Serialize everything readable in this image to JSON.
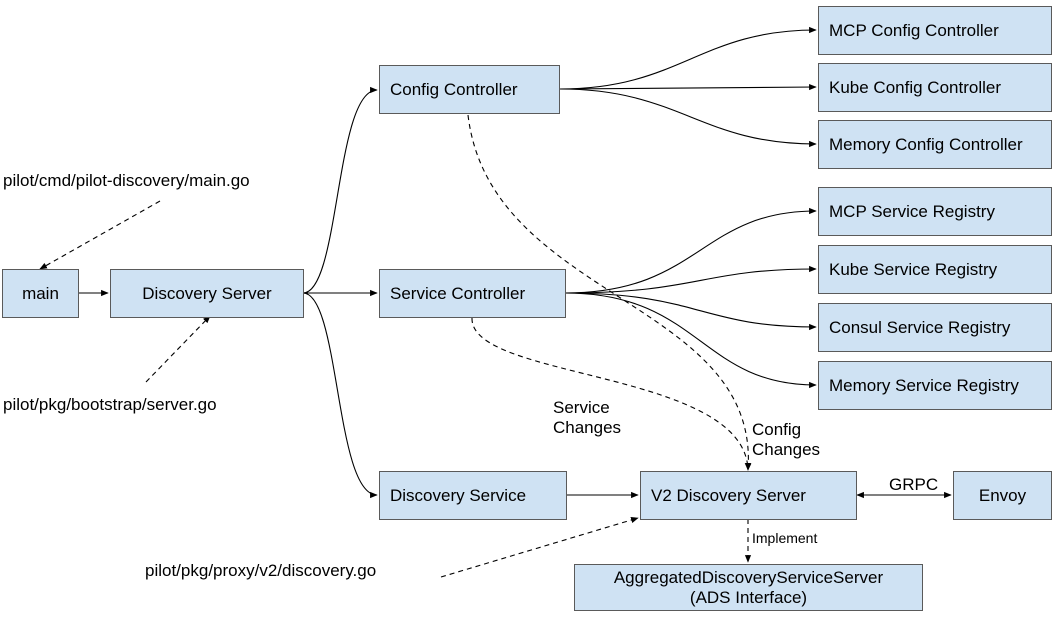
{
  "nodes": {
    "main": "main",
    "discovery_server": "Discovery Server",
    "config_controller": "Config Controller",
    "service_controller": "Service Controller",
    "discovery_service": "Discovery Service",
    "mcp_config_controller": "MCP Config Controller",
    "kube_config_controller": "Kube Config Controller",
    "memory_config_controller": "Memory Config Controller",
    "mcp_service_registry": "MCP Service Registry",
    "kube_service_registry": "Kube Service Registry",
    "consul_service_registry": "Consul Service Registry",
    "memory_service_registry": "Memory Service Registry",
    "v2_discovery_server": "V2 Discovery Server",
    "envoy": "Envoy",
    "ads_server": "AggregatedDiscoveryServiceServer",
    "ads_interface": "(ADS Interface)"
  },
  "labels": {
    "main_go": "pilot/cmd/pilot-discovery/main.go",
    "server_go": "pilot/pkg/bootstrap/server.go",
    "discovery_go": "pilot/pkg/proxy/v2/discovery.go",
    "service_changes_1": "Service",
    "service_changes_2": "Changes",
    "config_changes_1": "Config",
    "config_changes_2": "Changes",
    "grpc": "GRPC",
    "implement": "Implement"
  },
  "colors": {
    "box_fill": "#cfe2f3",
    "box_border": "#5a5a5a",
    "line": "#000000"
  }
}
